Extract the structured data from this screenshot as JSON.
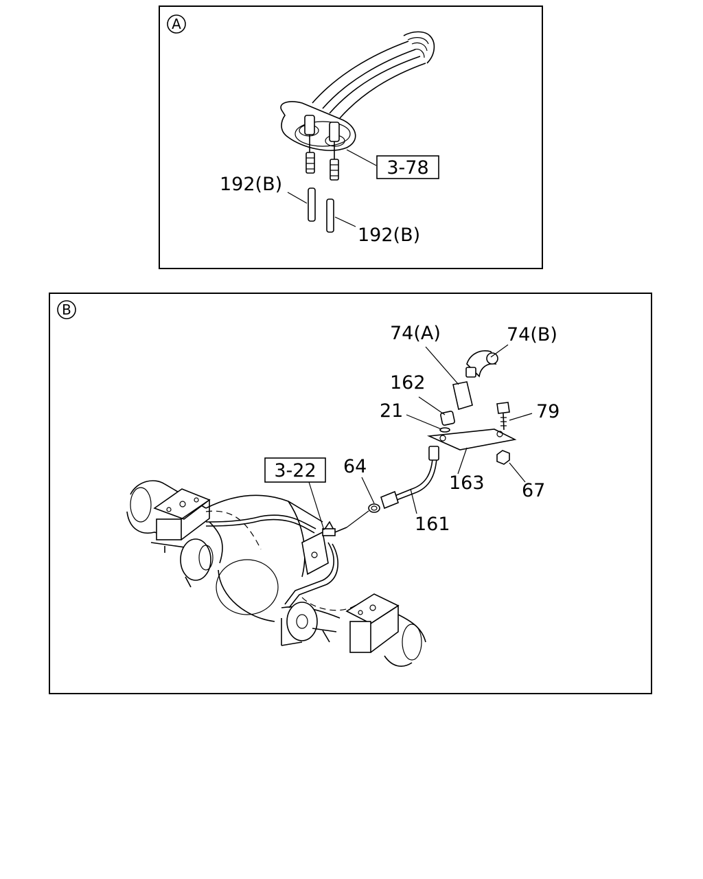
{
  "panel_a": {
    "marker": "A",
    "ref_box": "3-78",
    "labels": {
      "hose_left": "192(B)",
      "hose_right": "192(B)"
    }
  },
  "panel_b": {
    "marker": "B",
    "ref_box": "3-22",
    "labels": {
      "p74a": "74(A)",
      "p74b": "74(B)",
      "p162": "162",
      "p21": "21",
      "p79": "79",
      "p64": "64",
      "p163": "163",
      "p67": "67",
      "p161": "161"
    }
  }
}
